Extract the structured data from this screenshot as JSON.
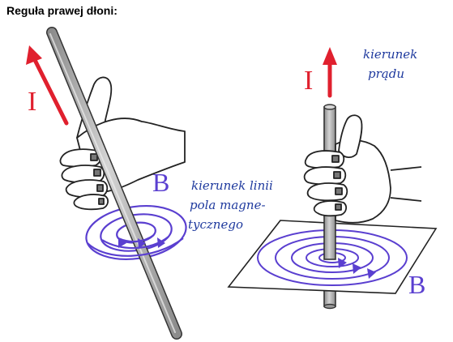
{
  "title": "Reguła prawej dłoni:",
  "left": {
    "current_label": "I",
    "field_label": "B",
    "note_lines": [
      "kierunek linii",
      "pola magne-",
      "tycznego"
    ]
  },
  "right": {
    "current_label": "I",
    "field_label": "B",
    "note_lines": [
      "kierunek",
      "prądu"
    ]
  },
  "colors": {
    "current_arrow": "#e0202e",
    "field_lines": "#5a3fd0",
    "handwriting": "#1f3a9e",
    "rod_fill": "#b9b9b9",
    "outline": "#222222"
  }
}
